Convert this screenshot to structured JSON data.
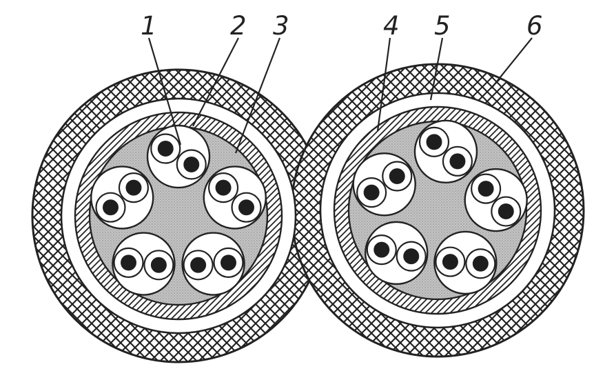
{
  "figure": {
    "callouts": [
      {
        "id": "1",
        "label": "1"
      },
      {
        "id": "2",
        "label": "2"
      },
      {
        "id": "3",
        "label": "3"
      },
      {
        "id": "4",
        "label": "4"
      },
      {
        "id": "5",
        "label": "5"
      },
      {
        "id": "6",
        "label": "6"
      }
    ],
    "cables": [
      {
        "id": "left",
        "pairs": 5
      },
      {
        "id": "right",
        "pairs": 5
      }
    ],
    "colors": {
      "ink": "#222222",
      "paper": "#ffffff",
      "filler": "#bdbdbd",
      "conductor": "#1e1e1e"
    }
  }
}
